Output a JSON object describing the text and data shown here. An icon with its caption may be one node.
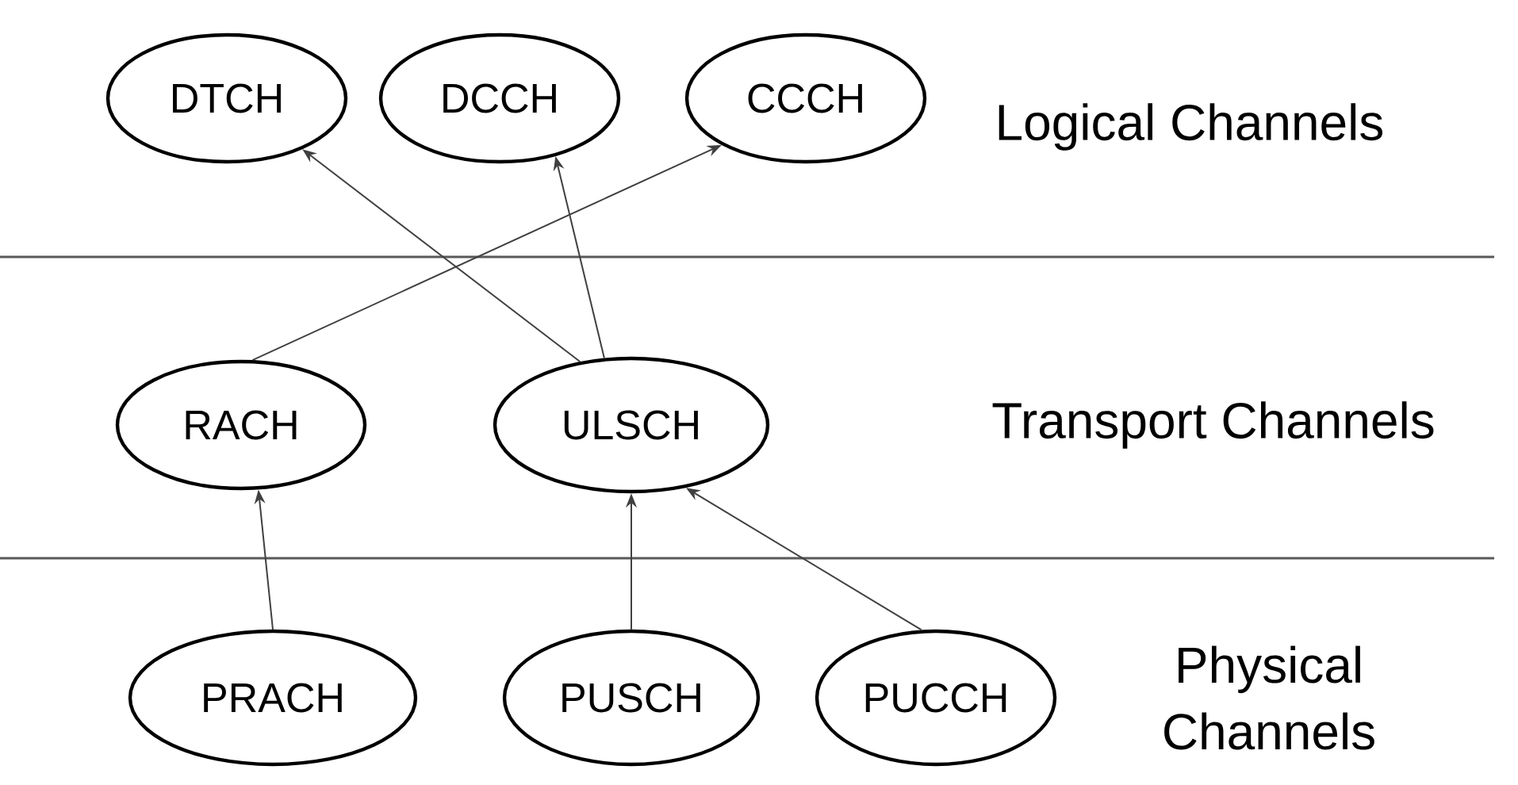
{
  "diagram": {
    "nodes": [
      {
        "text": [
          "DTCH"
        ]
      },
      {
        "text": [
          "DCCH"
        ]
      },
      {
        "text": [
          "CCCH"
        ]
      },
      {
        "text": [
          "RACH"
        ]
      },
      {
        "text": [
          "ULSCH"
        ]
      },
      {
        "text": [
          "PRACH"
        ]
      },
      {
        "text": [
          "PUSCH"
        ]
      },
      {
        "text": [
          "PUCCH"
        ]
      }
    ],
    "edges": [
      {
        "from": 4,
        "to": 0,
        "arrow": "to"
      },
      {
        "from": 4,
        "to": 1,
        "arrow": "to"
      },
      {
        "from": 3,
        "to": 2,
        "arrow": "to"
      },
      {
        "from": 5,
        "to": 3,
        "arrow": "to"
      },
      {
        "from": 6,
        "to": 4,
        "arrow": "to"
      },
      {
        "from": 7,
        "to": 4,
        "arrow": "to"
      }
    ],
    "labels": [
      "Logical Channels",
      "Transport Channels",
      "Physical Channels"
    ]
  }
}
